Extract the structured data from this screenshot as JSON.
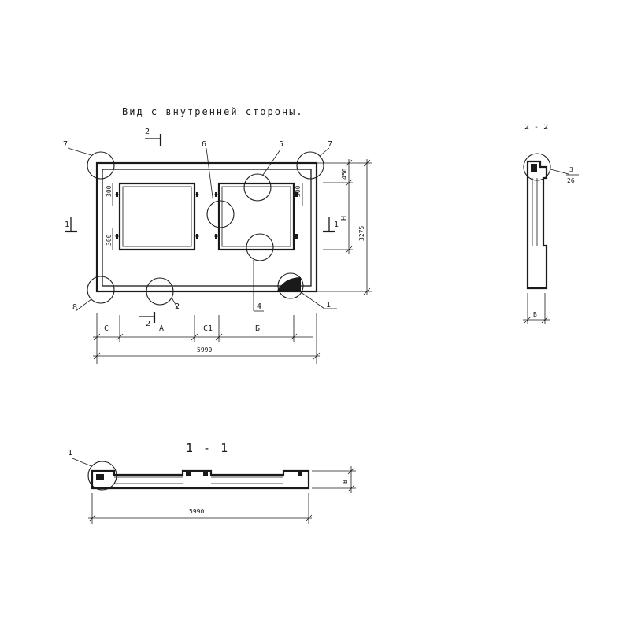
{
  "main_view": {
    "title": "Вид с внутренней стороны.",
    "section_mark": "2",
    "section_mark_bottom": "2",
    "section_mark_side_left": "1",
    "section_mark_side_right": "1",
    "callouts": {
      "c7_left": "7",
      "c7_right": "7",
      "c6": "6",
      "c5": "5",
      "c8": "8",
      "c2": "2",
      "c4": "4",
      "c1": "1"
    },
    "dims": {
      "d450": "450",
      "d3275": "3275",
      "dH": "H",
      "d300_a": "300",
      "d300_b": "300",
      "d300_c": "300",
      "segC": "C",
      "segA": "A",
      "segC1": "C1",
      "segB": "Б",
      "overall": "5990"
    }
  },
  "section_2_2": {
    "title": "2 - 2",
    "callout_num": "3",
    "callout_den": "26",
    "dim_b": "B"
  },
  "section_1_1": {
    "title": "1 - 1",
    "callout": "1",
    "dim_b": "B",
    "overall": "5990"
  }
}
